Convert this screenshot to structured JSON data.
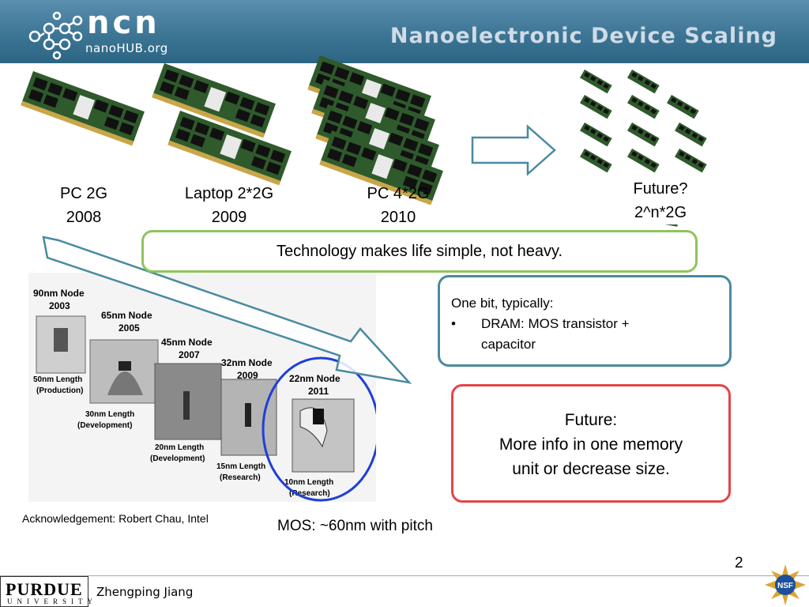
{
  "header": {
    "logo_text": "ncn",
    "logo_subtext": "nanoHUB.org",
    "title": "Nanoelectronic Device Scaling"
  },
  "memory": [
    {
      "line1": "PC 2G",
      "line2": "2008"
    },
    {
      "line1": "Laptop 2*2G",
      "line2": "2009"
    },
    {
      "line1": "PC 4*2G",
      "line2": "2010"
    },
    {
      "line1": "Future?",
      "line2": "2^n*2G"
    }
  ],
  "tagline": "Technology makes life simple, not heavy.",
  "info_box": {
    "line1": "One bit, typically:",
    "bullet": "•",
    "bullet_text_1": "DRAM: MOS transistor +",
    "bullet_text_2": "capacitor"
  },
  "future_box": {
    "line1": "Future:",
    "line2": "More info in one memory",
    "line3": "unit or decrease size."
  },
  "nodes": [
    {
      "name": "90nm Node",
      "year": "2003",
      "length": "50nm Length",
      "stage": "(Production)"
    },
    {
      "name": "65nm Node",
      "year": "2005",
      "length": "30nm Length",
      "stage": "(Development)"
    },
    {
      "name": "45nm Node",
      "year": "2007",
      "length": "20nm Length",
      "stage": "(Development)"
    },
    {
      "name": "32nm Node",
      "year": "2009",
      "length": "15nm Length",
      "stage": "(Research)"
    },
    {
      "name": "22nm Node",
      "year": "2011",
      "length": "10nm Length",
      "stage": "(Research)"
    }
  ],
  "acknowledgement": "Acknowledgement: Robert Chau, Intel",
  "mos_note": "MOS: ~60nm with pitch",
  "page_number": "2",
  "footer": {
    "university": "PURDUE",
    "university_sub": "UNIVERSITY",
    "author": "Zhengping Jiang",
    "nsf": "NSF"
  },
  "colors": {
    "header": "#3d7595",
    "green_border": "#8fc45c",
    "blue_border": "#4a8aa0",
    "red_border": "#e2454a",
    "arrow_fill": "#ffffff",
    "arrow_stroke": "#4a8aa0",
    "highlight_circle": "#1f3fd6"
  }
}
